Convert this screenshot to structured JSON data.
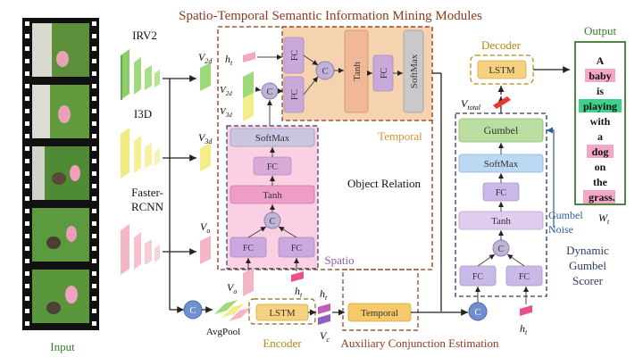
{
  "title": "Spatio-Temporal Semantic Information Mining Modules",
  "input": {
    "label": "Input"
  },
  "extractors": {
    "irv2": "IRV2",
    "i3d": "I3D",
    "frcnn_1": "Faster-",
    "frcnn_2": "RCNN"
  },
  "features": {
    "v2d": "V",
    "v2d_sub": "2d",
    "v3d": "V",
    "v3d_sub": "3d",
    "vo": "V",
    "vo_sub": "o",
    "ht": "h",
    "ht_sub": "t",
    "vc": "V",
    "vc_sub": "c",
    "vtotal": "V",
    "vtotal_sub": "total"
  },
  "temporal": {
    "label": "Temporal",
    "fc": "FC",
    "concat": "C",
    "tanh": "Tanh",
    "softmax": "SoftMax"
  },
  "spatio": {
    "label": "Spatio",
    "softmax": "SoftMax",
    "fc": "FC",
    "tanh": "Tanh",
    "concat": "C"
  },
  "object_relation": {
    "label": "Object Relation"
  },
  "encoder": {
    "label": "Encoder",
    "lstm": "LSTM",
    "avgpool": "AvgPool",
    "concat": "C"
  },
  "aux": {
    "label": "Auxiliary Conjunction Estimation",
    "temporal": "Temporal"
  },
  "decoder": {
    "label": "Decoder",
    "lstm": "LSTM"
  },
  "scorer": {
    "label_1": "Dynamic",
    "label_2": "Gumbel",
    "label_3": "Scorer",
    "gumbel": "Gumbel",
    "softmax": "SoftMax",
    "fc": "FC",
    "tanh": "Tanh",
    "concat": "C",
    "noise_1": "Gumbel",
    "noise_2": "Noise"
  },
  "output": {
    "label": "Output",
    "words": [
      "A",
      "baby",
      "is",
      "playing",
      "with",
      "a",
      "dog",
      "on",
      "the",
      "grass."
    ],
    "wt": "W",
    "wt_sub": "t"
  },
  "colors": {
    "title": "#8b3a1a",
    "temporal_fill": "#f6d3b0",
    "spatio_fill": "#fbd0e3",
    "scorer_border": "#2b3a66",
    "word_pink": "#f4a6c5",
    "word_green": "#3fd08a",
    "accent_green": "#3b7a2e"
  }
}
